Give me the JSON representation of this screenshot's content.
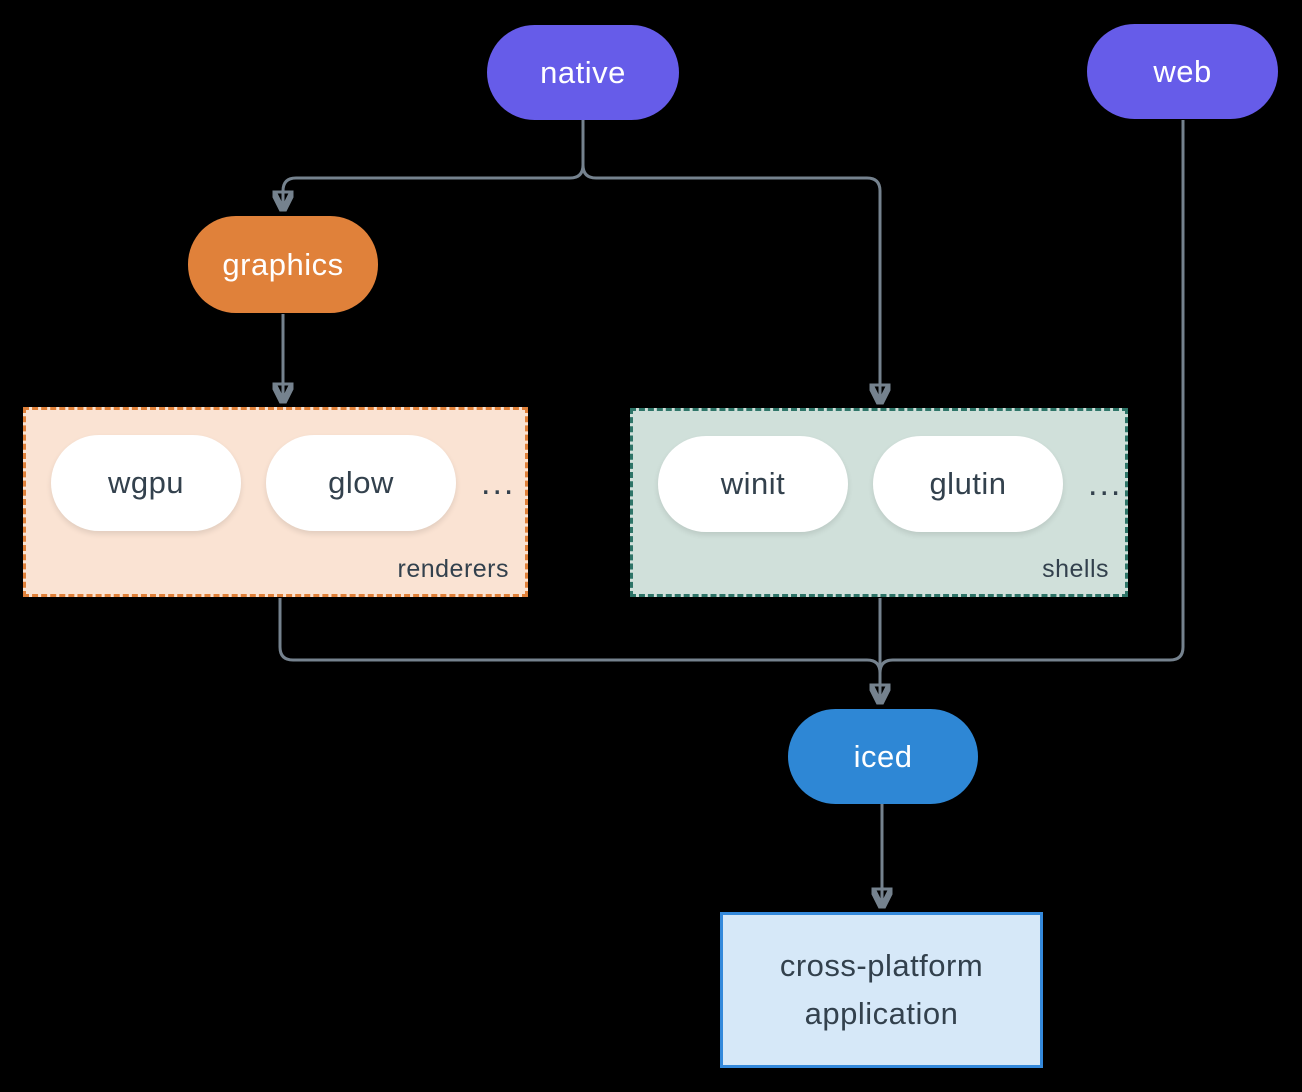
{
  "diagram": {
    "background": "#000000",
    "connector_color": "#75828E",
    "nodes": {
      "native": {
        "label": "native",
        "color": "#665CE9",
        "text_color": "#FFFFFF"
      },
      "web": {
        "label": "web",
        "color": "#665CE9",
        "text_color": "#FFFFFF"
      },
      "graphics": {
        "label": "graphics",
        "color": "#E0813A",
        "text_color": "#FFFFFF"
      },
      "iced": {
        "label": "iced",
        "color": "#2E87D5",
        "text_color": "#FFFFFF"
      },
      "application": {
        "label": "cross-platform application",
        "fill": "#D6E8F8",
        "border": "#3489DB",
        "text_color": "#33414D"
      }
    },
    "groups": {
      "renderers": {
        "label": "renderers",
        "fill": "#FAE3D3",
        "border": "#E0813A",
        "items": [
          "wgpu",
          "glow"
        ],
        "ellipsis": "...",
        "item_text_color": "#33414D"
      },
      "shells": {
        "label": "shells",
        "fill": "#D0E0DA",
        "border": "#2E7568",
        "items": [
          "winit",
          "glutin"
        ],
        "ellipsis": "...",
        "item_text_color": "#33414D"
      }
    }
  }
}
